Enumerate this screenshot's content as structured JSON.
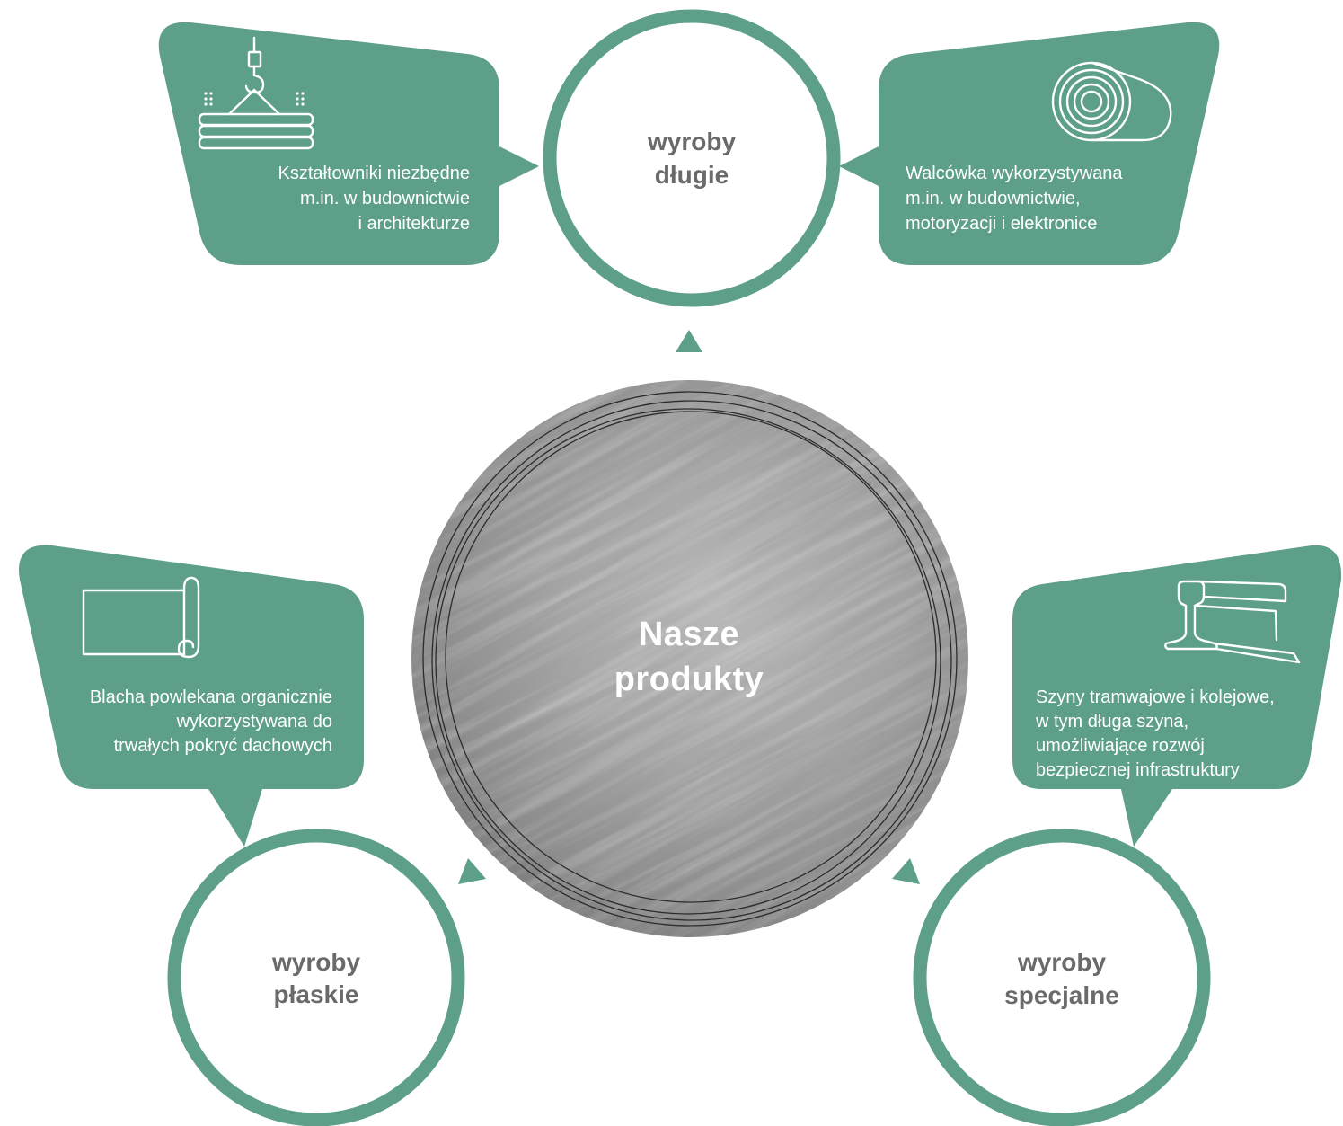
{
  "center": {
    "title_lines": [
      "Nasze",
      "produkty"
    ]
  },
  "categories": [
    {
      "title_lines": [
        "wyroby",
        "długie"
      ],
      "products": [
        {
          "icon": "crane-hook-beams-icon",
          "description_lines": [
            "Kształtowniki niezbędne",
            "m.in. w budownictwie",
            "i architekturze"
          ]
        },
        {
          "icon": "wire-rod-coil-icon",
          "description_lines": [
            "Walcówka wykorzystywana",
            "m.in. w budownictwie,",
            "motoryzacji i elektronice"
          ]
        }
      ]
    },
    {
      "title_lines": [
        "wyroby",
        "płaskie"
      ],
      "products": [
        {
          "icon": "coated-sheet-roll-icon",
          "description_lines": [
            "Blacha powlekana organicznie",
            "wykorzystywana do",
            "trwałych pokryć dachowych"
          ]
        }
      ]
    },
    {
      "title_lines": [
        "wyroby",
        "specjalne"
      ],
      "products": [
        {
          "icon": "rail-profile-icon",
          "description_lines": [
            "Szyny tramwajowe i kolejowe,",
            "w tym długa szyna,",
            "umożliwiające rozwój",
            "bezpiecznej infrastruktury"
          ]
        }
      ]
    }
  ],
  "colors": {
    "accent": "#5d9f88",
    "circle_text": "#6a6a6a",
    "bubble_text": "#ffffff",
    "center_text": "#ffffff",
    "metal_light": "#b8b8b8",
    "metal_dark": "#767676"
  }
}
